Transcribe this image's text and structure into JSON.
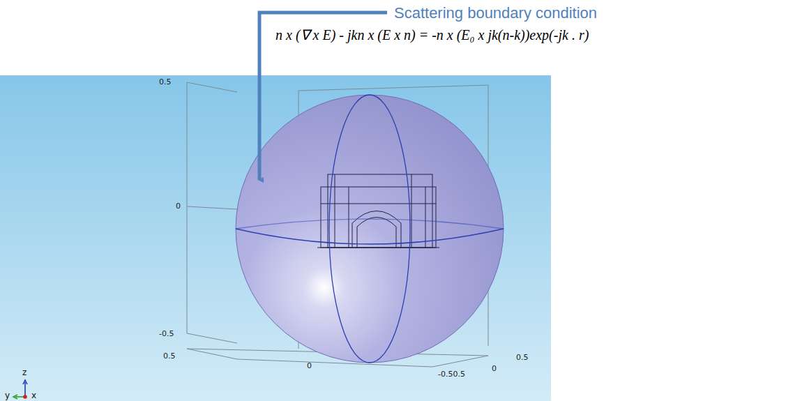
{
  "diagram": {
    "labels": [
      "Scattering boundary condition",
      "n x (∇ x E) - jkn x (E x n) = -n x (E₀ x jk(n-k))exp(-jk . r)",
      "0.5",
      "0",
      "-0.5",
      "0.5",
      "0",
      "-0.50.5",
      "0.5",
      "0",
      "z",
      "y",
      "x"
    ]
  }
}
